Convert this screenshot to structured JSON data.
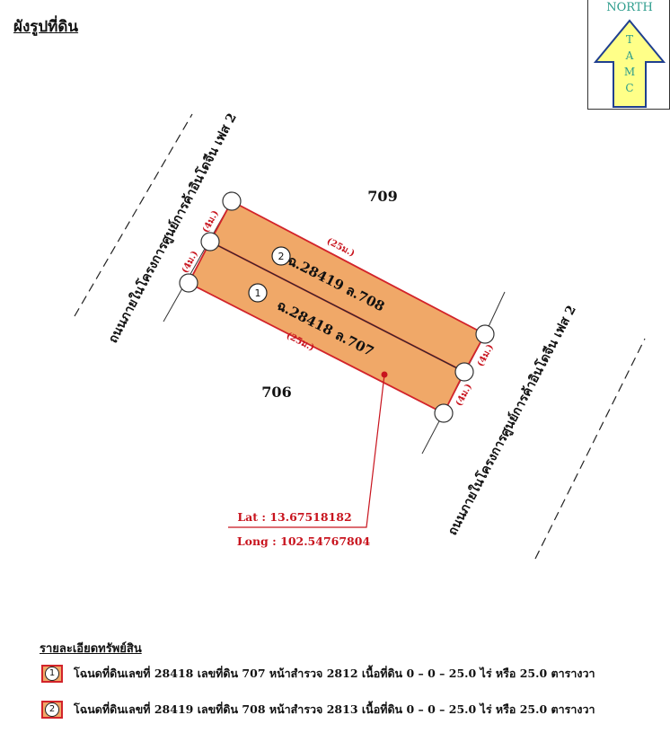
{
  "page_title": "ผังรูปที่ดิน",
  "north_arrow": {
    "label": "NORTH",
    "letters": [
      "T",
      "A",
      "M",
      "C"
    ],
    "colors": {
      "fill": "#ffff88",
      "stroke": "#1f3f8f",
      "text": "#2c9c8c"
    }
  },
  "map": {
    "neighbor_top": "709",
    "neighbor_bottom": "706",
    "road_label_left": "ถนนภายในโครงการศูนย์การค้าอินโดจีน เฟส 2",
    "road_label_right": "ถนนภายในโครงการศูนย์การค้าอินโดจีน เฟส 2",
    "parcels": [
      {
        "number": "1",
        "label": "ฉ.28418 ล.707",
        "length_label": "(25ม.)",
        "width_label_left": "(4ม.)",
        "width_label_right": "(4ม.)"
      },
      {
        "number": "2",
        "label": "ฉ.28419 ล.708",
        "length_label": "(25ม.)",
        "width_label_left": "(4ม.)",
        "width_label_right": "(4ม.)"
      }
    ],
    "lat_label": "Lat : 13.67518182",
    "long_label": "Long : 102.54767804",
    "colors": {
      "parcel_fill": "#f0a868",
      "boundary": "#d2232a",
      "callout": "#c8141e"
    }
  },
  "legend": {
    "title": "รายละเอียดทรัพย์สิน",
    "items": [
      {
        "number": "1",
        "text": "โฉนดที่ดินเลขที่ 28418  เลขที่ดิน 707 หน้าสำรวจ 2812  เนื้อที่ดิน  0 – 0 – 25.0 ไร่  หรือ  25.0 ตารางวา"
      },
      {
        "number": "2",
        "text": "โฉนดที่ดินเลขที่ 28419  เลขที่ดิน 708 หน้าสำรวจ 2813  เนื้อที่ดิน  0 – 0 – 25.0 ไร่  หรือ  25.0 ตารางวา"
      }
    ]
  }
}
